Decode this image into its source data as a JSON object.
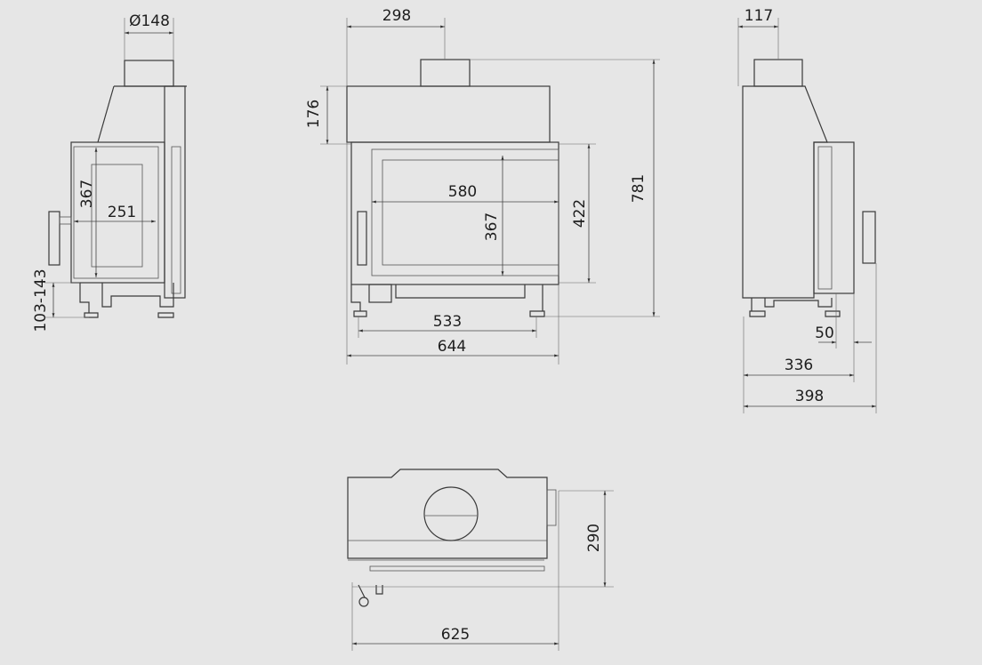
{
  "drawing": {
    "side_view_left": {
      "flue_diameter": "Ø148",
      "glass_height": "367",
      "glass_depth": "251",
      "leg_height": "103-143"
    },
    "front_view": {
      "flue_offset": "298",
      "top_height": "176",
      "glass_width": "580",
      "glass_height": "367",
      "door_height": "422",
      "total_height": "781",
      "base_width": "533",
      "total_width": "644"
    },
    "side_view_right": {
      "flue_width": "117",
      "side_offset": "50",
      "depth_body": "336",
      "depth_total": "398"
    },
    "top_view": {
      "depth": "290",
      "width": "625"
    }
  }
}
